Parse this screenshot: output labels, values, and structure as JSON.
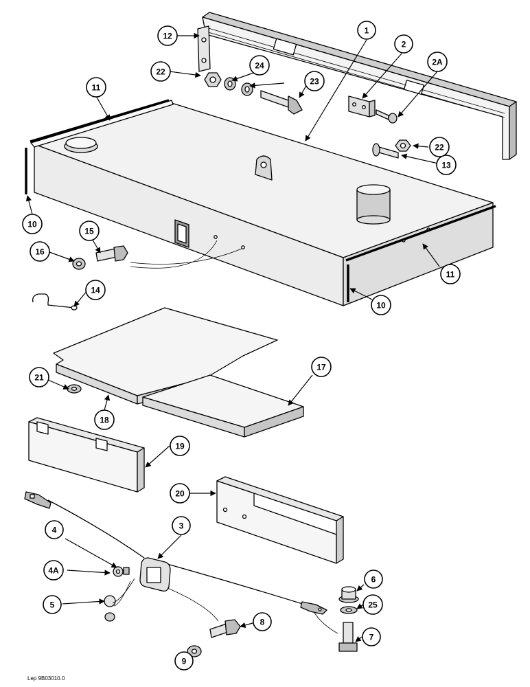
{
  "callouts": [
    "1",
    "2",
    "2A",
    "3",
    "4",
    "4A",
    "5",
    "6",
    "7",
    "8",
    "9",
    "10",
    "10",
    "11",
    "11",
    "12",
    "13",
    "14",
    "15",
    "16",
    "17",
    "18",
    "19",
    "20",
    "21",
    "22",
    "22",
    "23",
    "24",
    "25"
  ],
  "reference": "Lep 9B03010.0"
}
